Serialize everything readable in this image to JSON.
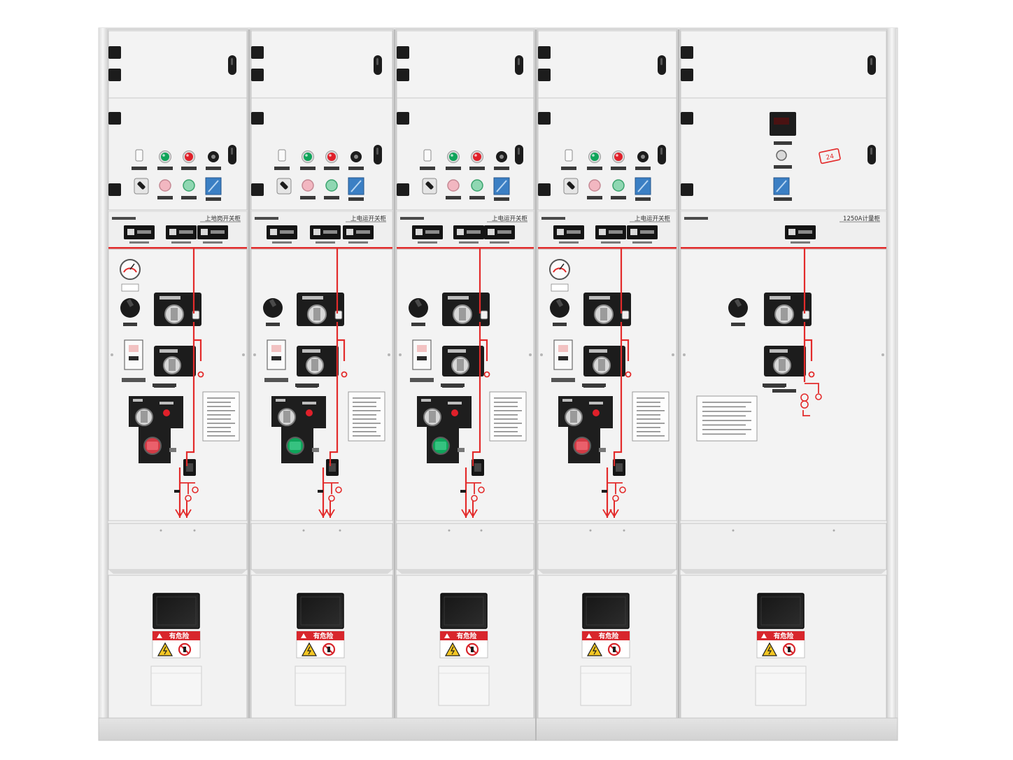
{
  "cabinets": [
    {
      "id": "c1",
      "has_gauge": true,
      "panel_label": "上地岗开关柜",
      "meter_type": "triple",
      "left_type": "standard",
      "warning": "有危险"
    },
    {
      "id": "c2",
      "has_gauge": false,
      "panel_label": "上电运开关柜",
      "meter_type": "triple",
      "left_type": "standard",
      "warning": "有危险"
    },
    {
      "id": "c3",
      "has_gauge": false,
      "panel_label": "上电运开关柜",
      "meter_type": "triple",
      "left_type": "standard",
      "warning": "有危险"
    },
    {
      "id": "c4",
      "has_gauge": true,
      "panel_label": "上电运开关柜",
      "meter_type": "triple",
      "left_type": "standard",
      "warning": "有危险"
    },
    {
      "id": "c5",
      "has_gauge": false,
      "panel_label": "1250A计量柜",
      "meter_type": "single",
      "left_type": "pt",
      "warning": "有危险",
      "stamp": "24"
    }
  ],
  "colors": {
    "cabinet_white": "#f1f1f1",
    "panel_edge": "#c8c8c8",
    "mimic_red": "#e32b2b",
    "control_black": "#1c1c1c",
    "lamp_green": "#0fa45a",
    "lamp_red": "#e0202a",
    "warning_red": "#d8262c",
    "warning_yellow": "#f3c623",
    "switch_blue": "#3b7fc4"
  },
  "icons": {
    "warning_triangle": "high-voltage-warning-icon",
    "prohibition": "no-entry-icon"
  }
}
